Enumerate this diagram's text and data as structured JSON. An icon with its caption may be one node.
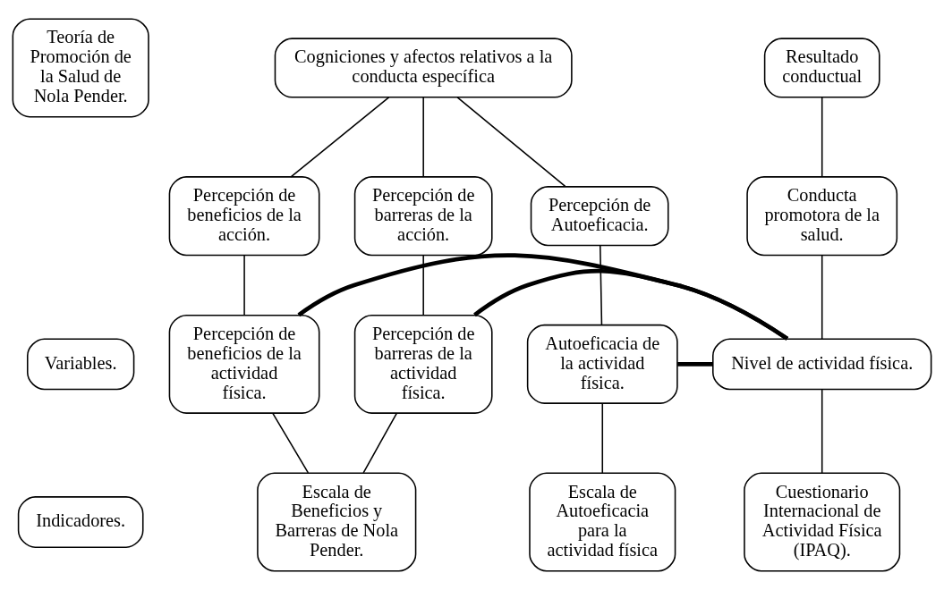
{
  "diagram": {
    "nodes": [
      {
        "text": [
          "Teoría de Promoción de la Salud de Nola Pender."
        ]
      },
      {
        "text": [
          "Cogniciones y afectos relativos a la conducta específica"
        ]
      },
      {
        "text": [
          "Resultado conductual"
        ]
      },
      {
        "text": [
          "Percepción de beneficios de la acción."
        ]
      },
      {
        "text": [
          "Percepción de barreras de la acción."
        ]
      },
      {
        "text": [
          "Percepción de Autoeficacia."
        ]
      },
      {
        "text": [
          "Conducta promotora de la salud."
        ]
      },
      {
        "text": [
          "Variables."
        ]
      },
      {
        "text": [
          "Percepción de beneficios de la actividad física."
        ]
      },
      {
        "text": [
          "Percepción de barreras de la actividad física."
        ]
      },
      {
        "text": [
          "Autoeficacia de la actividad física."
        ]
      },
      {
        "text": [
          "Nivel de actividad física."
        ]
      },
      {
        "text": [
          "Indicadores."
        ]
      },
      {
        "text": [
          "Escala de Beneficios y Barreras de Nola Pender."
        ]
      },
      {
        "text": [
          "Escala de Autoeficacia para la actividad física"
        ]
      },
      {
        "text": [
          "Cuestionario Internacional de Actividad Física (IPAQ)."
        ]
      }
    ],
    "edges": [
      {
        "from": 1,
        "to": 3,
        "arrow": "none"
      },
      {
        "from": 1,
        "to": 4,
        "arrow": "none"
      },
      {
        "from": 1,
        "to": 5,
        "arrow": "none"
      },
      {
        "from": 2,
        "to": 6,
        "arrow": "none"
      },
      {
        "from": 3,
        "to": 8,
        "arrow": "none"
      },
      {
        "from": 4,
        "to": 9,
        "arrow": "none"
      },
      {
        "from": 5,
        "to": 10,
        "arrow": "none"
      },
      {
        "from": 6,
        "to": 11,
        "arrow": "none"
      },
      {
        "from": 8,
        "to": 11,
        "arrow": "none",
        "style": "thick"
      },
      {
        "from": 9,
        "to": 11,
        "arrow": "none",
        "style": "thick"
      },
      {
        "from": 10,
        "to": 11,
        "arrow": "none",
        "style": "thick"
      },
      {
        "from": 8,
        "to": 13,
        "arrow": "none"
      },
      {
        "from": 9,
        "to": 13,
        "arrow": "none"
      },
      {
        "from": 10,
        "to": 14,
        "arrow": "none"
      },
      {
        "from": 11,
        "to": 15,
        "arrow": "none"
      }
    ]
  }
}
